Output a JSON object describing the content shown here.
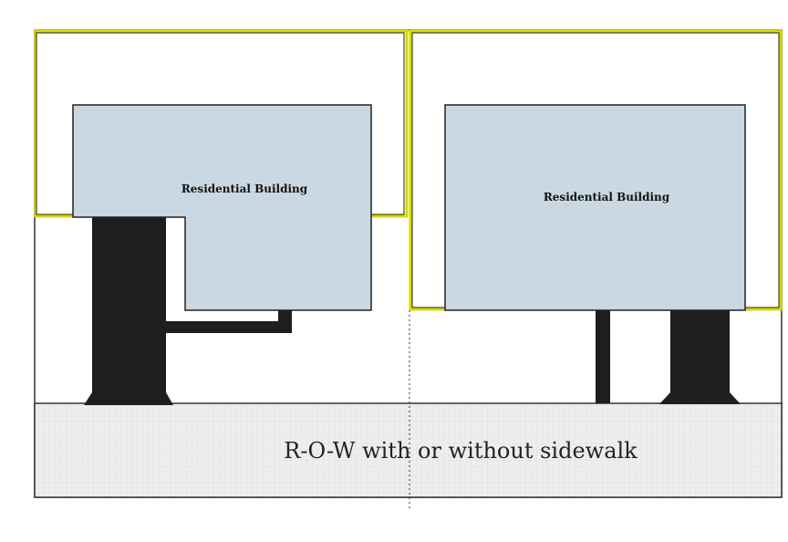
{
  "buildings": [
    {
      "label": "Residential Building"
    },
    {
      "label": "Residential Building"
    }
  ],
  "row_label": "R-O-W with or without sidewalk",
  "colors": {
    "building": "#c9d8e2",
    "lot_border": "#d8d800",
    "paving": "#1e1e1e",
    "row": "#eeeeee"
  }
}
